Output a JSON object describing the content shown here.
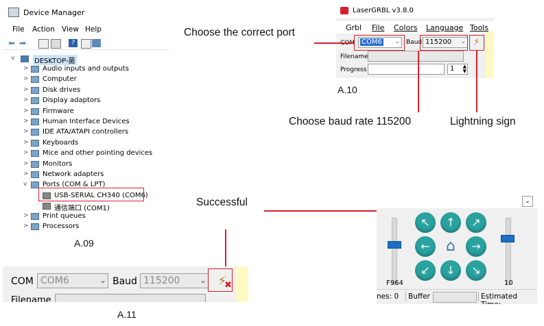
{
  "device_manager": {
    "title": "Device Manager",
    "menu": [
      "File",
      "Action",
      "View",
      "Help"
    ],
    "computer": "DESKTOP-菌",
    "tree": [
      {
        "exp": ">",
        "label": "Audio inputs and outputs"
      },
      {
        "exp": ">",
        "label": "Computer"
      },
      {
        "exp": ">",
        "label": "Disk drives"
      },
      {
        "exp": ">",
        "label": "Display adaptors"
      },
      {
        "exp": ">",
        "label": "Firmware"
      },
      {
        "exp": ">",
        "label": "Human Interface Devices"
      },
      {
        "exp": ">",
        "label": "IDE ATA/ATAPI controllers"
      },
      {
        "exp": ">",
        "label": "Keyboards"
      },
      {
        "exp": ">",
        "label": "Mice and other pointing devices"
      },
      {
        "exp": ">",
        "label": "Monitors"
      },
      {
        "exp": ">",
        "label": "Network adapters"
      },
      {
        "exp": "v",
        "label": "Ports (COM & LPT)"
      }
    ],
    "ports": [
      "USB-SERIAL CH340 (COM6)",
      "通信端口 (COM1)"
    ],
    "tree_after": [
      {
        "exp": ">",
        "label": "Print queues"
      },
      {
        "exp": ">",
        "label": "Processors"
      }
    ],
    "caption": "A.09"
  },
  "lasergrbl": {
    "title": "LaserGRBL v3.8.0",
    "menu": [
      "Grbl",
      "File",
      "Colors",
      "Language",
      "Tools"
    ],
    "com_label": "COM",
    "com_value": "COM6",
    "baud_label": "Baud",
    "baud_value": "115200",
    "filename_label": "Filename",
    "progress_label": "Progress",
    "progress_value": "1",
    "caption": "A.10"
  },
  "annotations": {
    "choose_port": "Choose the correct port",
    "choose_baud": "Choose baud rate 115200",
    "lightning": "Lightning sign",
    "successful": "Successful"
  },
  "a11": {
    "com_label": "COM",
    "com_value": "COM6",
    "baud_label": "Baud",
    "baud_value": "115200",
    "filename_label": "Filename",
    "caption": "A.11"
  },
  "jog": {
    "left_value": "F964",
    "right_value": "10",
    "status_lines_suffix": "nes: 0",
    "buffer_label": "Buffer",
    "estimated_label": "Estimated Time:"
  },
  "colors": {
    "annotation_red": "#d6202a",
    "jog_button": "#2aa3a0",
    "slider_thumb": "#1c6fc4"
  }
}
